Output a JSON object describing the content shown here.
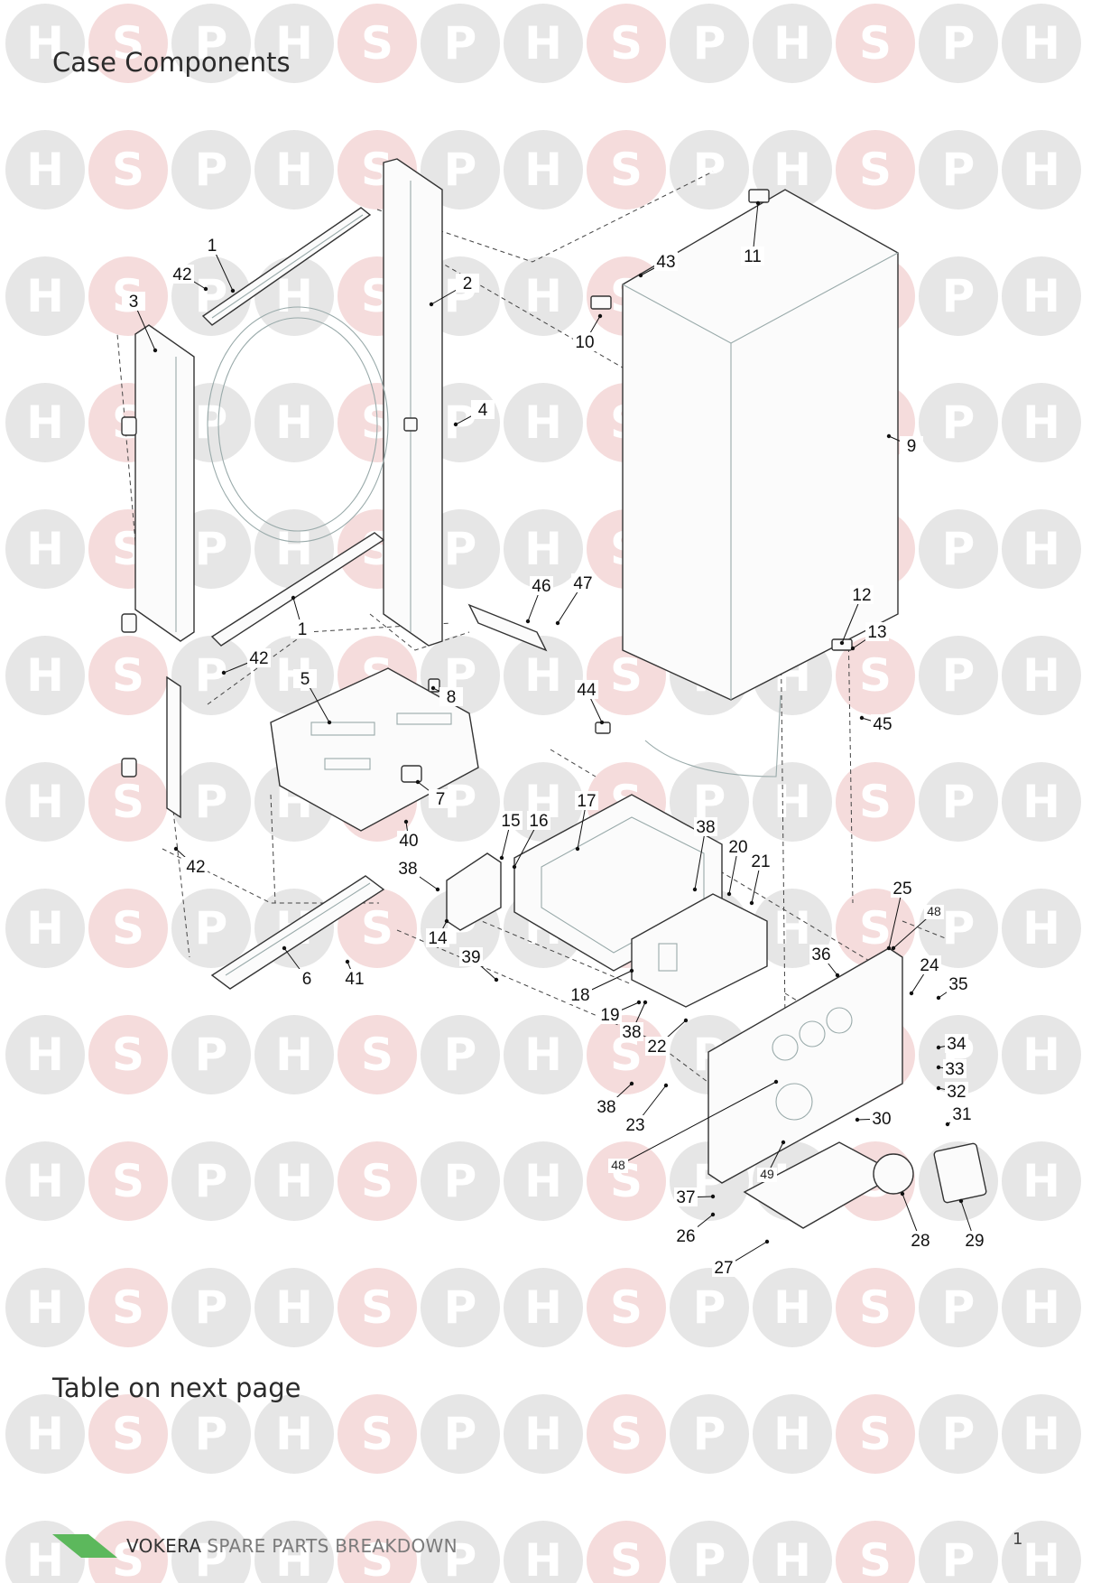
{
  "page": {
    "title": "Case Components",
    "note": "Table on next page",
    "page_number": "1"
  },
  "footer": {
    "brand": "VOKERA",
    "subtitle": "SPARE PARTS BREAKDOWN",
    "logo_color": "#5cb85c"
  },
  "watermark": {
    "letters": [
      "H",
      "S",
      "P"
    ],
    "colors": {
      "H": "#e6e6e6",
      "S": "#f5dcdc",
      "P": "#e6e6e6"
    }
  },
  "callouts": [
    "1",
    "2",
    "3",
    "4",
    "5",
    "6",
    "7",
    "8",
    "9",
    "10",
    "11",
    "12",
    "13",
    "14",
    "15",
    "16",
    "17",
    "18",
    "19",
    "20",
    "21",
    "22",
    "23",
    "24",
    "25",
    "26",
    "27",
    "28",
    "29",
    "30",
    "31",
    "32",
    "33",
    "34",
    "35",
    "36",
    "37",
    "38",
    "39",
    "40",
    "41",
    "42",
    "43",
    "44",
    "45",
    "46",
    "47",
    "48",
    "49"
  ]
}
